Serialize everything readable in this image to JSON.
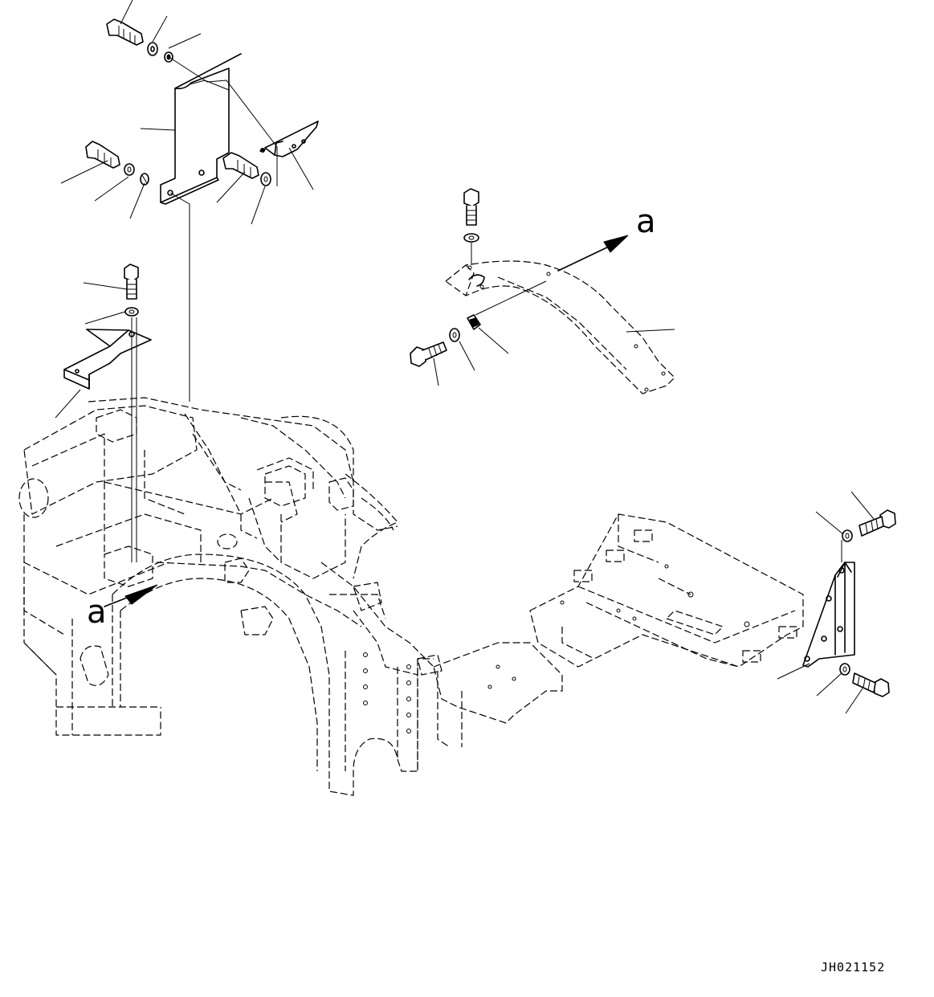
{
  "diagram": {
    "drawing_code": "JH021152",
    "view_labels": [
      "a",
      "a"
    ]
  }
}
